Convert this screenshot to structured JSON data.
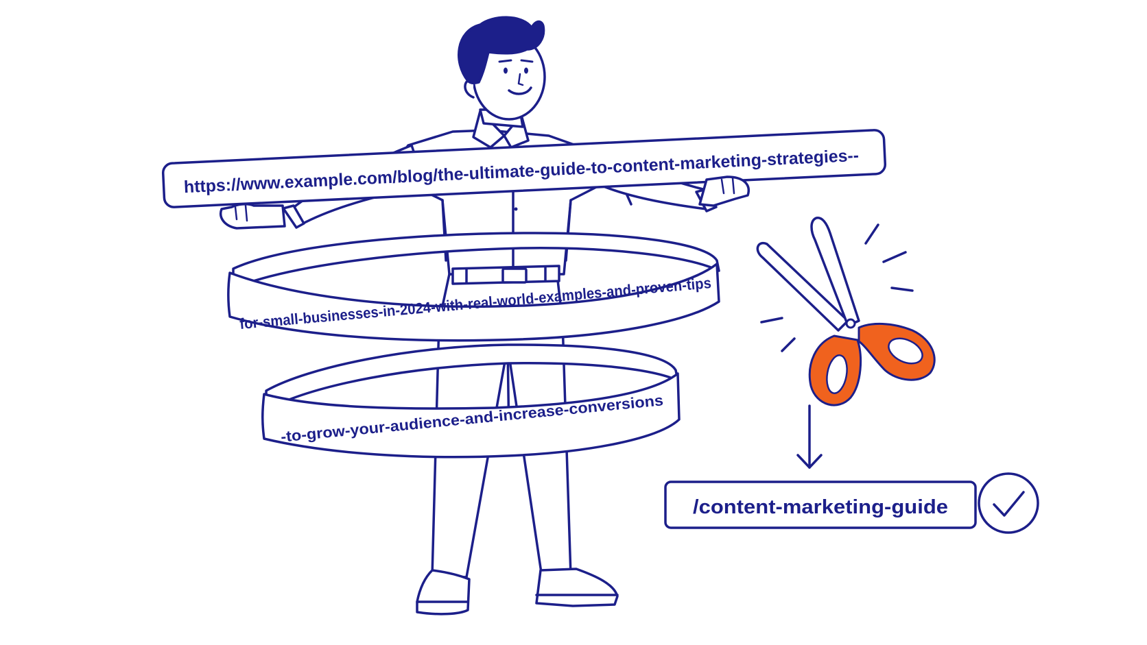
{
  "url_strips": {
    "top": "https://www.example.com/blog/the-ultimate-guide-to-content-marketing-strategies--",
    "middle": "for-small-businesses-in-2024-with-real-world-examples-and-proven-tips",
    "bottom": "-to-grow-your-audience-and-increase-conversions"
  },
  "result": {
    "short_url": "/content-marketing-guide"
  },
  "icons": {
    "scissors": "scissors-icon",
    "arrow": "arrow-down-icon",
    "check": "checkmark-circle-icon"
  },
  "colors": {
    "ink": "#1c1f8a",
    "accent": "#f0621e",
    "background": "#ffffff"
  }
}
